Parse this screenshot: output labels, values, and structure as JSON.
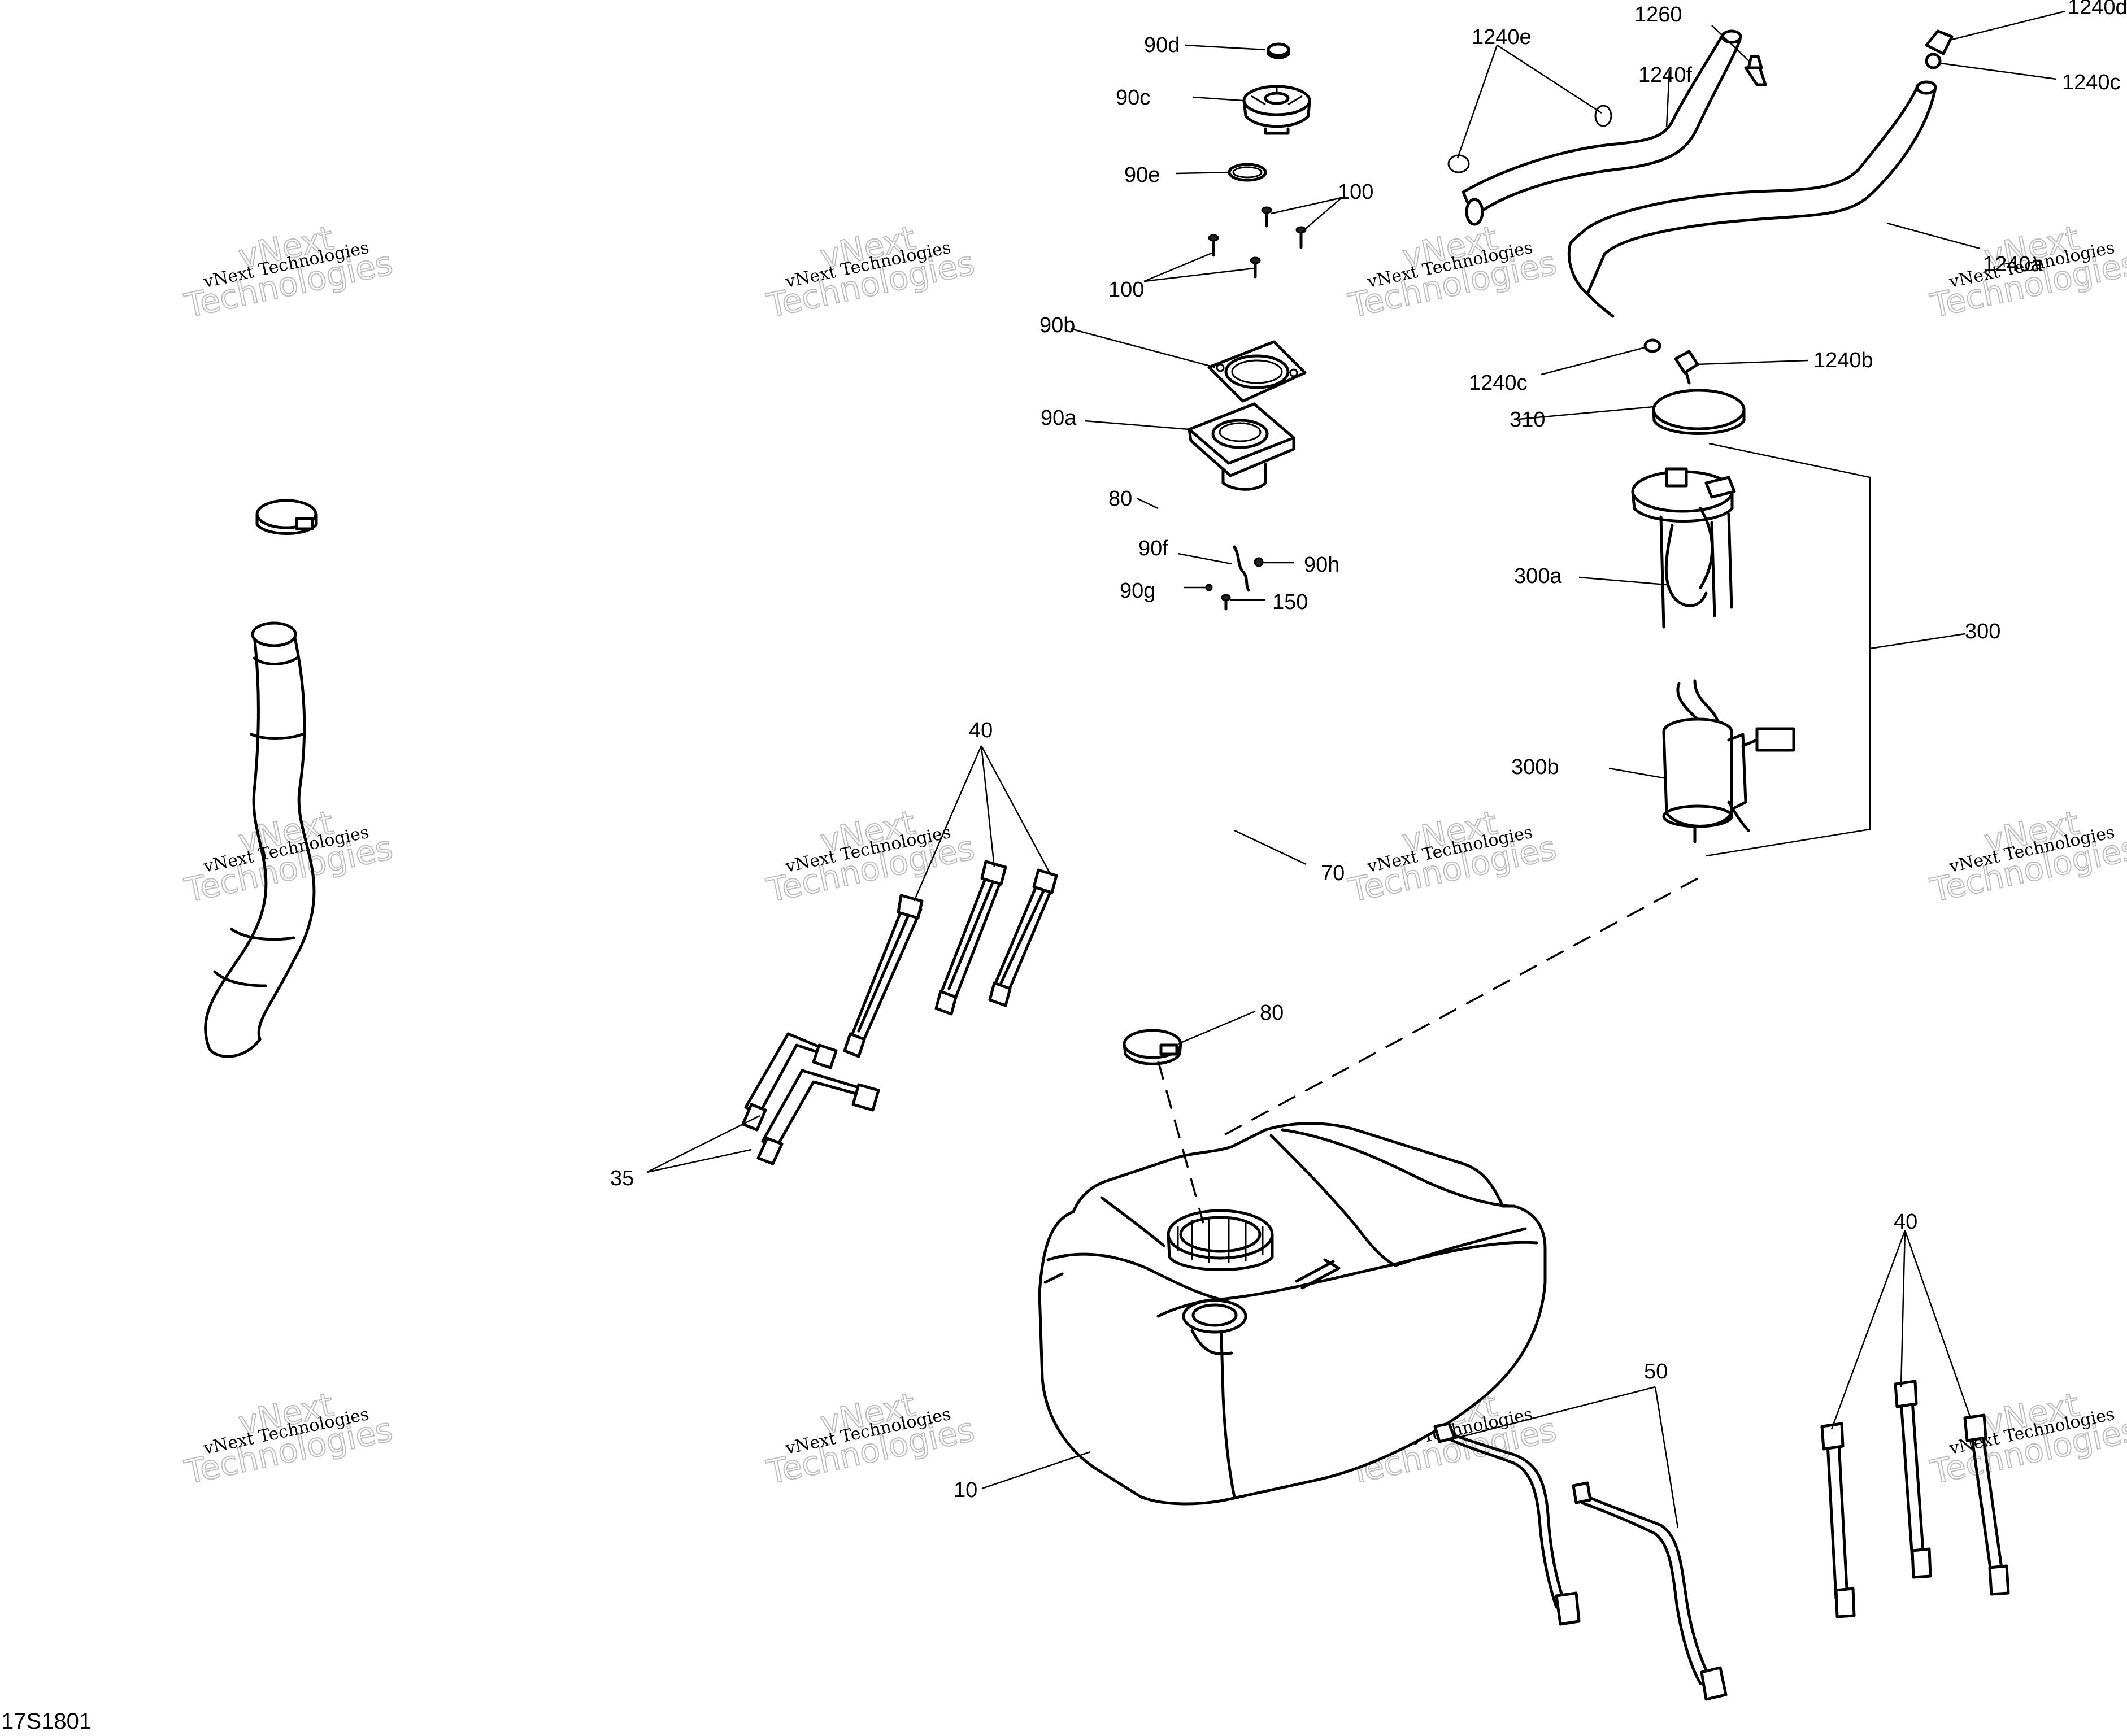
{
  "diagram_code": "17S1801",
  "watermark": {
    "small_text": "vNext Technologies",
    "big_word_1": "vNext",
    "big_word_2": "Technologies"
  },
  "callouts": {
    "p90d": "90d",
    "p90c": "90c",
    "p90e": "90e",
    "p100a": "100",
    "p100b": "100",
    "p90b": "90b",
    "p90a": "90a",
    "p80a": "80",
    "p90f": "90f",
    "p90h": "90h",
    "p90g": "90g",
    "p150": "150",
    "p70": "70",
    "p80b": "80",
    "p40a": "40",
    "p35": "35",
    "p10": "10",
    "p50": "50",
    "p40b": "40",
    "p1240e": "1240e",
    "p1260": "1260",
    "p1240f": "1240f",
    "p1240d": "1240d",
    "p1240c_top": "1240c",
    "p1240a": "1240a",
    "p1240c": "1240c",
    "p1240b": "1240b",
    "p310": "310",
    "p300a": "300a",
    "p300": "300",
    "p300b": "300b"
  }
}
